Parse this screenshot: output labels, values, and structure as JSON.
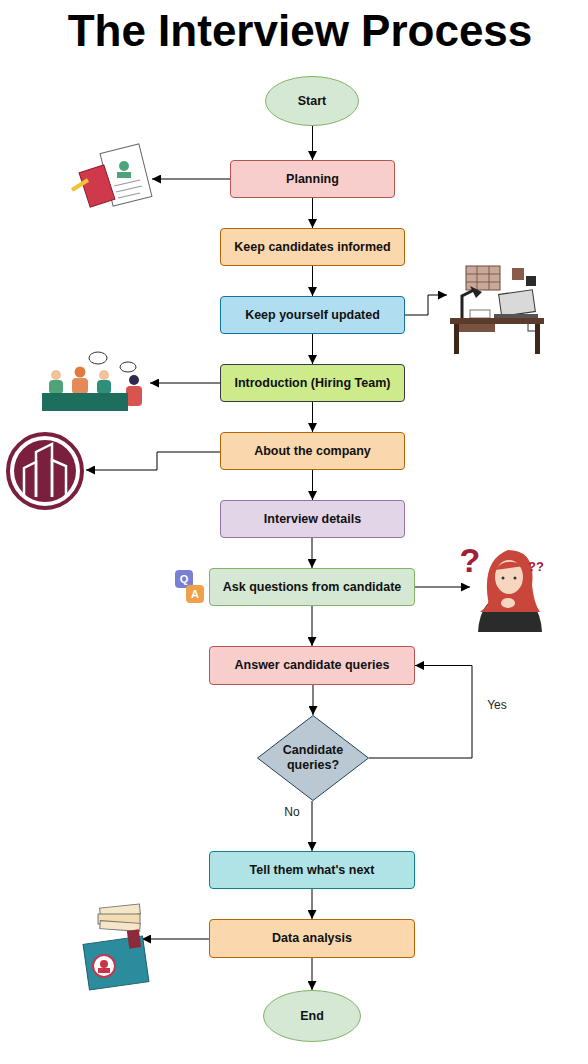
{
  "diagram": {
    "title": "The Interview Process",
    "nodes": [
      {
        "text": [
          "Start"
        ]
      },
      {
        "text": [
          "Planning"
        ]
      },
      {
        "text": [
          "Keep candidates informed"
        ]
      },
      {
        "text": [
          "Keep yourself updated"
        ]
      },
      {
        "text": [
          "Introduction (Hiring Team)"
        ]
      },
      {
        "text": [
          "About the company"
        ]
      },
      {
        "text": [
          "Interview details"
        ]
      },
      {
        "text": [
          "Ask questions from candidate"
        ]
      },
      {
        "text": [
          "Answer candidate queries"
        ]
      },
      {
        "text": [
          "Candidate queries?"
        ]
      },
      {
        "text": [
          "Tell them what's next"
        ]
      },
      {
        "text": [
          "Data analysis"
        ]
      },
      {
        "text": [
          "End"
        ]
      }
    ],
    "edges": [
      {
        "from": 0,
        "to": 1,
        "arrow": "to"
      },
      {
        "from": 1,
        "to": 2,
        "arrow": "to"
      },
      {
        "from": 2,
        "to": 3,
        "arrow": "to"
      },
      {
        "from": 3,
        "to": 4,
        "arrow": "to"
      },
      {
        "from": 4,
        "to": 5,
        "arrow": "to"
      },
      {
        "from": 5,
        "to": 6,
        "arrow": "to"
      },
      {
        "from": 6,
        "to": 7,
        "arrow": "to"
      },
      {
        "from": 7,
        "to": 8,
        "arrow": "to"
      },
      {
        "from": 8,
        "to": 9,
        "arrow": "to"
      },
      {
        "from": 9,
        "to": 8,
        "label": "Yes",
        "arrow": "to"
      },
      {
        "from": 9,
        "to": 10,
        "label": "No",
        "arrow": "to"
      },
      {
        "from": 10,
        "to": 11,
        "arrow": "to"
      },
      {
        "from": 11,
        "to": 12,
        "arrow": "to"
      }
    ],
    "labels": [
      "Q",
      "A",
      "?",
      "??"
    ]
  }
}
